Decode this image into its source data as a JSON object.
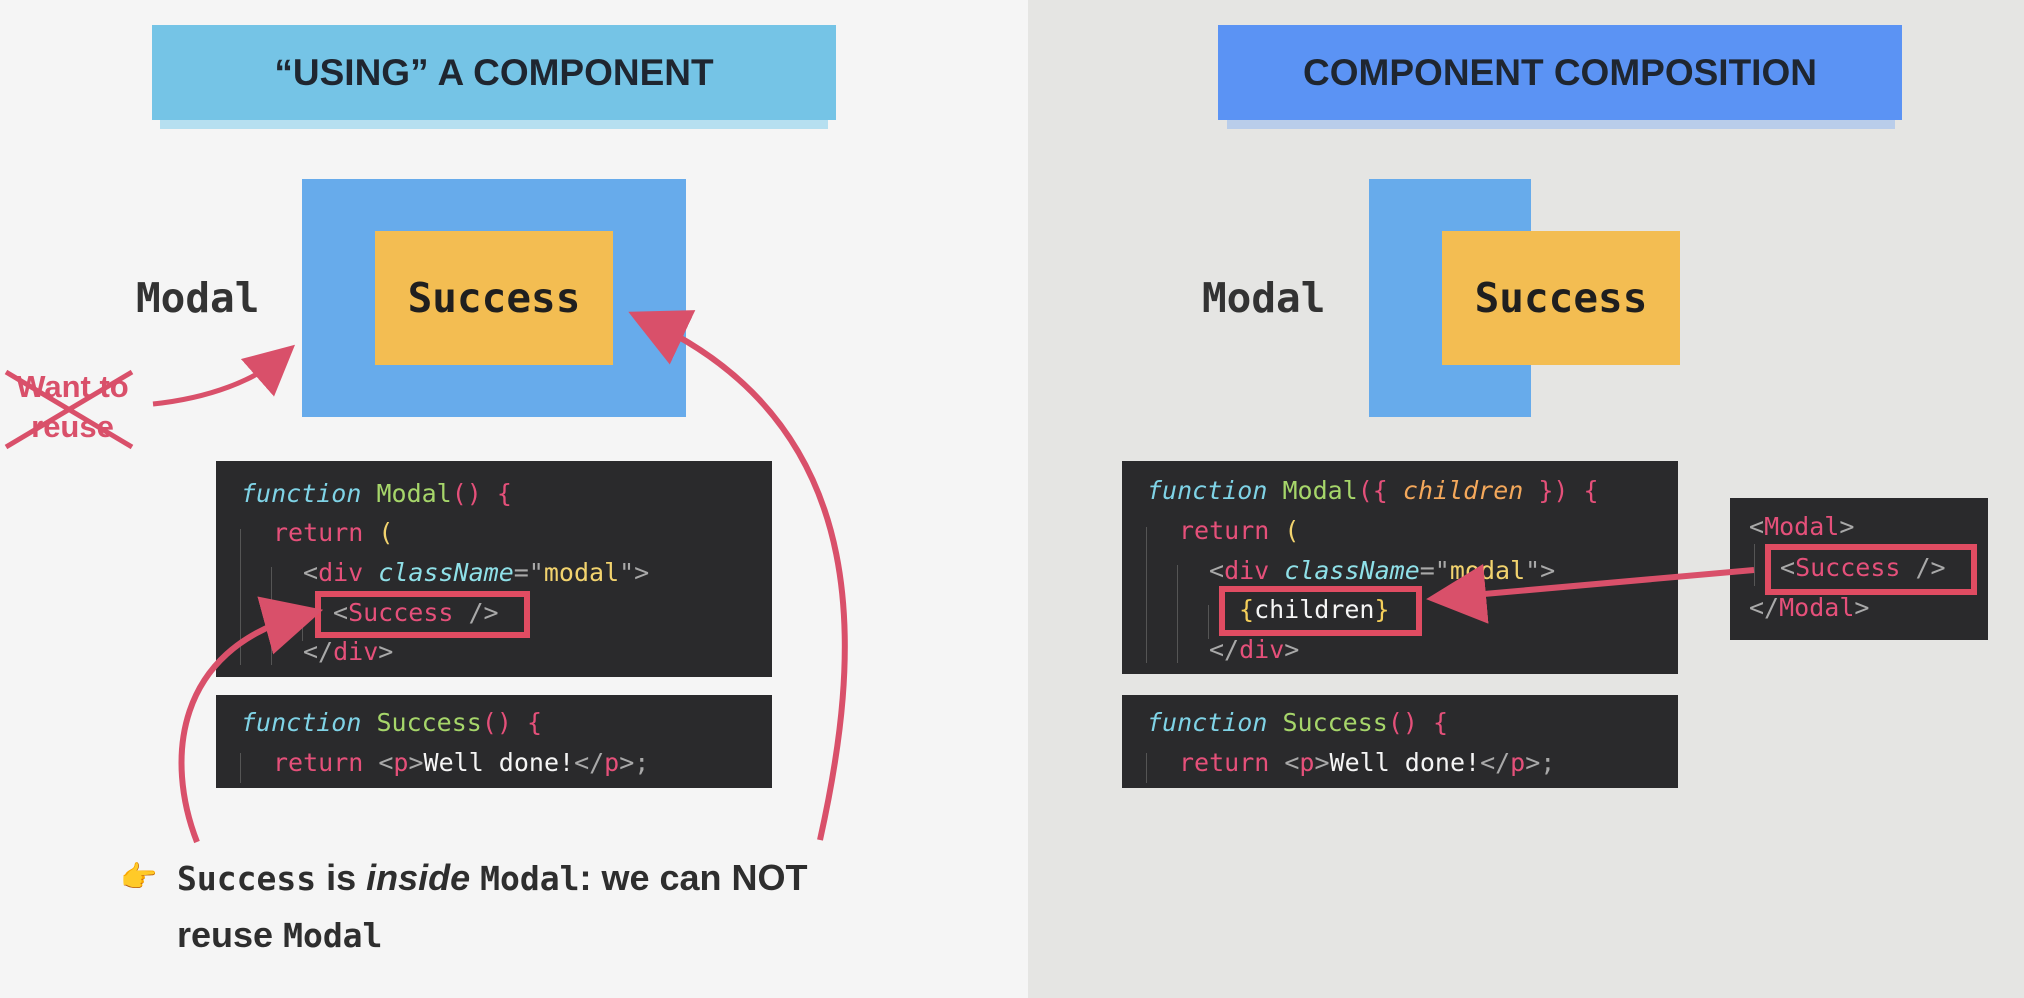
{
  "left": {
    "title": "“USING” A COMPONENT",
    "modal_label": "Modal",
    "success_label": "Success",
    "crossed_note_line1": "Want to",
    "crossed_note_line2": "reuse",
    "modal_code": {
      "l1_kw": "function",
      "l1_name": " Modal",
      "l1_rest": "() {",
      "l2_kw": "return",
      "l2_rest": " (",
      "l3_open": "<",
      "l3_tag": "div",
      "l3_attr": "className",
      "l3_eq": "=\"",
      "l3_str": "modal",
      "l3_end": "\">",
      "l4_open": "<",
      "l4_tag": "Success",
      "l4_end": " />",
      "l5_open": "</",
      "l5_tag": "div",
      "l5_end": ">"
    },
    "success_code": {
      "l1_kw": "function",
      "l1_name": " Success",
      "l1_rest": "() {",
      "l2_kw": "return",
      "l2_o1": " <",
      "l2_p1": "p",
      "l2_c1": ">",
      "l2_text": "Well done!",
      "l2_o2": "</",
      "l2_p2": "p",
      "l2_c2": ">;"
    },
    "note": {
      "icon": "👉",
      "w1": "Success",
      "w2": " is ",
      "w3": "inside",
      "w4": " ",
      "w5": "Modal",
      "w6": ": we can NOT",
      "w7": "reuse ",
      "w8": "Modal"
    }
  },
  "right": {
    "title": "COMPONENT COMPOSITION",
    "modal_label": "Modal",
    "success_label": "Success",
    "modal_code": {
      "l1_kw": "function",
      "l1_name": " Modal",
      "l1_p": "({ ",
      "l1_arg": "children",
      "l1_rest": " }) {",
      "l2_kw": "return",
      "l2_rest": " (",
      "l3_open": "<",
      "l3_tag": "div",
      "l3_attr": "className",
      "l3_eq": "=\"",
      "l3_str": "modal",
      "l3_end": "\">",
      "l4_o": "{",
      "l4_text": "children",
      "l4_c": "}",
      "l5_open": "</",
      "l5_tag": "div",
      "l5_end": ">"
    },
    "usage_code": {
      "l1_o": "<",
      "l1_tag": "Modal",
      "l1_c": ">",
      "l2_o": "<",
      "l2_tag": "Success",
      "l2_c": " />",
      "l3_o": "</",
      "l3_tag": "Modal",
      "l3_c": ">"
    },
    "success_code": {
      "l1_kw": "function",
      "l1_name": " Success",
      "l1_rest": "() {",
      "l2_kw": "return",
      "l2_o1": " <",
      "l2_p1": "p",
      "l2_c1": ">",
      "l2_text": "Well done!",
      "l2_o2": "</",
      "l2_p2": "p",
      "l2_c2": ">;"
    }
  },
  "colors": {
    "left_title_bg": "#75c4e6",
    "right_title_bg": "#5b93f4",
    "modal_box": "#67abeb",
    "success_box": "#f3bd52",
    "highlight": "#e04c62",
    "code_bg": "#2a2a2c"
  }
}
